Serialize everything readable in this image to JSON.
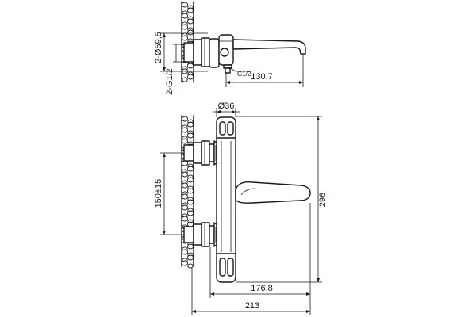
{
  "dimensions": {
    "eccentric_diameter": "2-Ø59,5",
    "connection_thread": "2-G1/2",
    "outlet_thread": "G1/2",
    "spout_length": "130,7",
    "body_diameter": "Ø36",
    "center_distance": "150±15",
    "height": "296",
    "handle_reach": "176,8",
    "overall_width": "213"
  }
}
